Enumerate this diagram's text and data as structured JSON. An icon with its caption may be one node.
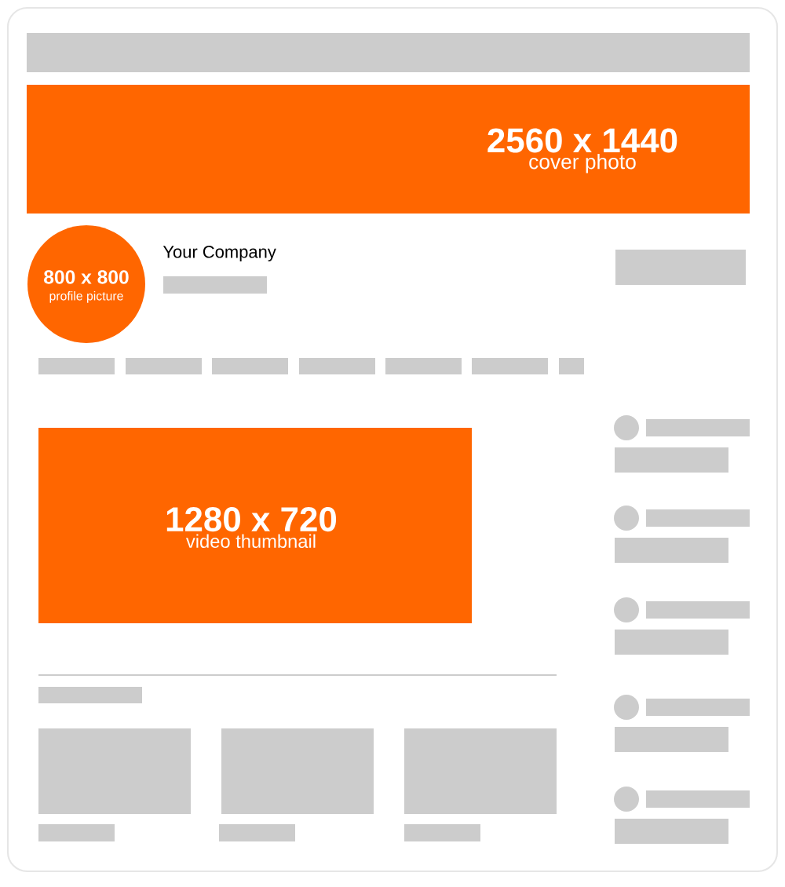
{
  "diagram": {
    "nodes": [
      {
        "text": [
          "2560 x 1440",
          "cover photo"
        ]
      },
      {
        "text": [
          "800 x 800",
          "profile picture"
        ]
      },
      {
        "text": [
          "1280 x 720",
          "video thumbnail"
        ]
      }
    ],
    "labels": [
      "Your Company"
    ]
  }
}
